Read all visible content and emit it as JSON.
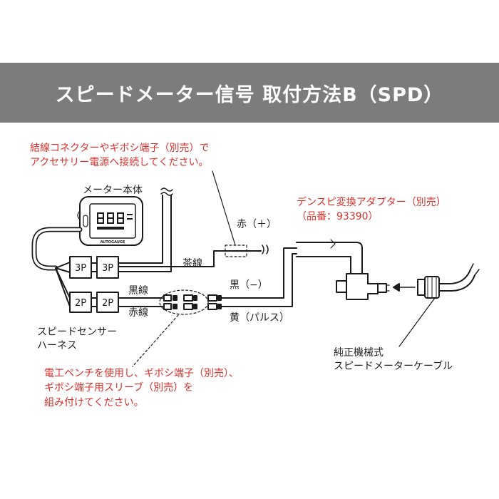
{
  "header": {
    "title": "スピードメーター信号 取付方法B（SPD）"
  },
  "notes": {
    "top": [
      "結線コネクターやギボシ端子（別売）で",
      "アクセサリー電源へ接続してください。"
    ],
    "adapter": [
      "デンスピ変換アダプター（別売）",
      "（品番：93390）"
    ],
    "bottom": [
      "電工ペンチを使用し、ギボシ端子（別売）、",
      "ギボシ端子用スリーブ（別売）を",
      "組み付けてください。"
    ]
  },
  "labels": {
    "meter": "メーター本体",
    "brown_wire": "茶線",
    "red_plus": "赤（＋）",
    "black_minus": "黒（−）",
    "black_wire": "黒線",
    "red_wire": "赤線",
    "yellow_pulse": "黄（パルス）",
    "harness": [
      "スピードセンサー",
      "ハーネス"
    ],
    "cable": [
      "純正機械式",
      "スピードメーターケーブル"
    ],
    "connector_3p": "3P",
    "connector_2p": "2P",
    "meter_brand": "AUTOGAUGE"
  },
  "colors": {
    "header_bg": "#7c7c7c",
    "note_red": "#d8312b",
    "line": "#1a1a1a"
  }
}
